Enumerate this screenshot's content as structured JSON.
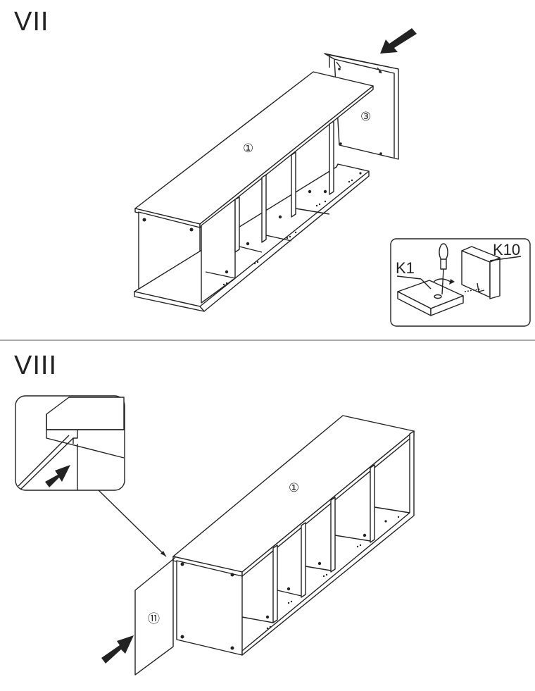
{
  "steps": [
    {
      "title": "VII",
      "part_labels": [
        "①",
        "③"
      ],
      "detail_labels": [
        "K10",
        "K1"
      ]
    },
    {
      "title": "VIII",
      "part_labels": [
        "①",
        "⑪"
      ]
    }
  ]
}
